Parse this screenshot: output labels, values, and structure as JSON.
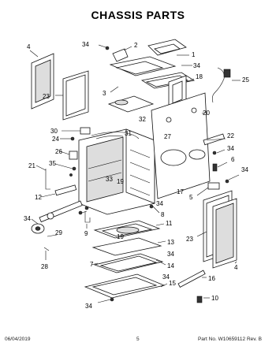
{
  "header": {
    "title": "CHASSIS PARTS"
  },
  "callouts": {
    "c1": "1",
    "c2": "2",
    "c3": "3",
    "c4a": "4",
    "c4b": "4",
    "c5": "5",
    "c6": "6",
    "c7": "7",
    "c8": "8",
    "c9": "9",
    "c10": "10",
    "c11": "11",
    "c12": "12",
    "c13": "13",
    "c14": "14",
    "c15": "15",
    "c16": "16",
    "c17": "17",
    "c18": "18",
    "c19a": "19",
    "c19b": "19",
    "c20": "20",
    "c21": "21",
    "c22": "22",
    "c23a": "23",
    "c23b": "23",
    "c24": "24",
    "c25": "25",
    "c26": "26",
    "c27": "27",
    "c28": "28",
    "c29": "29",
    "c30": "30",
    "c31": "31",
    "c32": "32",
    "c33": "33",
    "c34a": "34",
    "c34b": "34",
    "c34c": "34",
    "c34d": "34",
    "c34e": "34",
    "c34f": "34",
    "c34g": "34",
    "c34h": "34",
    "c34i": "34",
    "c35": "35"
  },
  "footer": {
    "date": "06/04/2019",
    "page": "5",
    "part_no": "Part No.  W10659112  Rev. B"
  }
}
